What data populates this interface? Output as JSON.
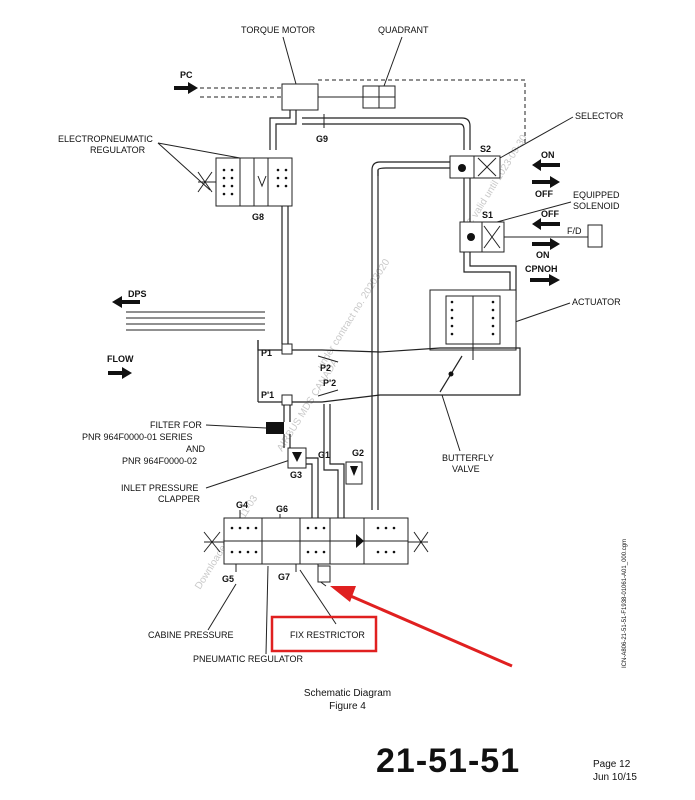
{
  "labels": {
    "torque_motor": "TORQUE MOTOR",
    "quadrant": "QUADRANT",
    "pc": "PC",
    "electropneumatic_regulator_1": "ELECTROPNEUMATIC",
    "electropneumatic_regulator_2": "REGULATOR",
    "g9": "G9",
    "g8": "G8",
    "selector": "SELECTOR",
    "s2": "S2",
    "on_top": "ON",
    "off_top": "OFF",
    "equipped_solenoid_1": "EQUIPPED",
    "equipped_solenoid_2": "SOLENOID",
    "s1": "S1",
    "off_mid": "OFF",
    "fd": "F/D",
    "on_mid": "ON",
    "cpnoh": "CPNOH",
    "actuator": "ACTUATOR",
    "dps": "DPS",
    "flow": "FLOW",
    "p1": "P1",
    "p2": "P2",
    "p2prime": "P'2",
    "p1prime": "P'1",
    "filter_1": "FILTER FOR",
    "filter_2": "PNR 964F0000-01 SERIES",
    "filter_3": "AND",
    "filter_4": "PNR 964F0000-02",
    "inlet_1": "INLET PRESSURE",
    "inlet_2": "CLAPPER",
    "g1": "G1",
    "g2": "G2",
    "g3": "G3",
    "g4": "G4",
    "g6": "G6",
    "g5": "G5",
    "g7": "G7",
    "butterfly_1": "BUTTERFLY",
    "butterfly_2": "VALVE",
    "cabine_pressure": "CABINE PRESSURE",
    "fix_restrictor": "FIX RESTRICTOR",
    "pneumatic_regulator": "PNEUMATIC REGULATOR",
    "figure_code": "ICN-A806-21-51-51-F1938-01061-A01_000.cgm"
  },
  "watermarks": {
    "wm1": "Downloaded 2022-11-03",
    "wm2": "AIRBUS MDS CANADA",
    "wm3": "under contract no. 20203020",
    "wm4": "TC valid until 2023-09-30"
  },
  "caption": {
    "line1": "Schematic Diagram",
    "line2": "Figure 4"
  },
  "document": {
    "number": "21-51-51",
    "page": "Page 12",
    "date": "Jun 10/15"
  },
  "highlight_color": "#e02020"
}
